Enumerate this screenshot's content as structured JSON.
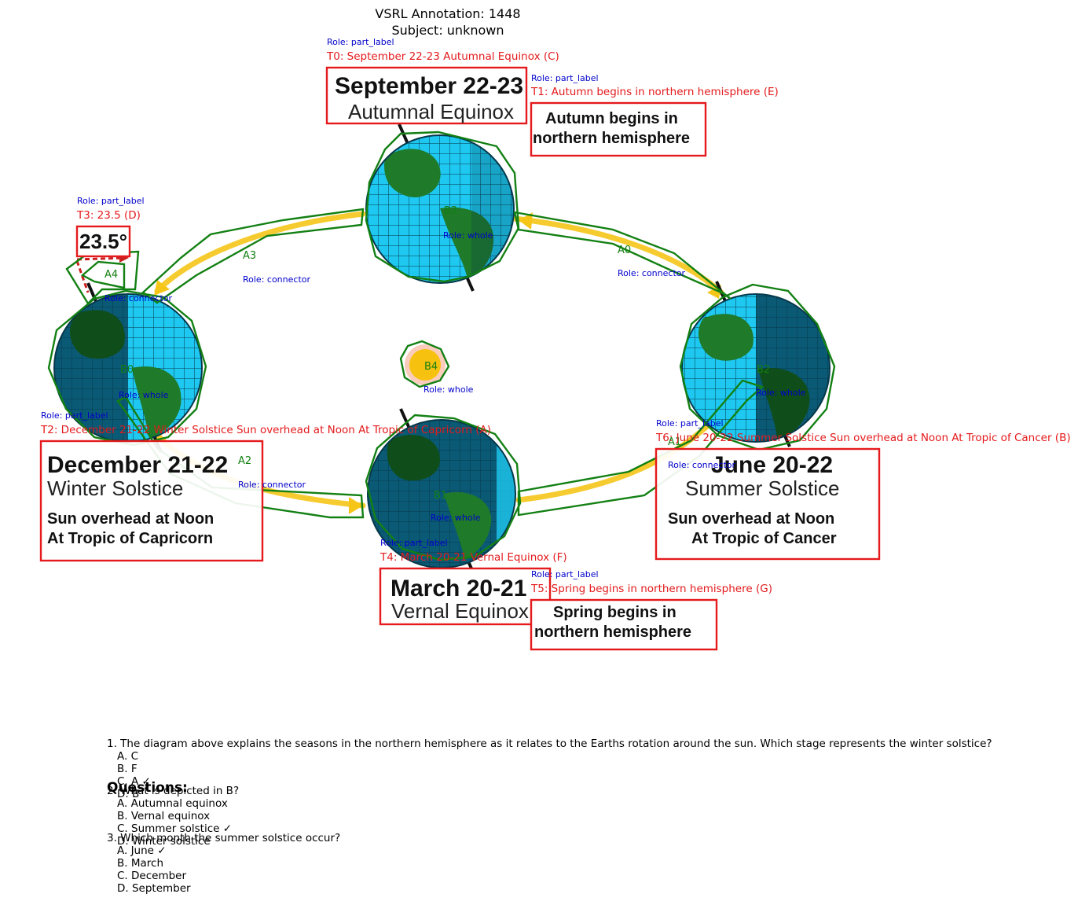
{
  "header": {
    "title": "VSRL Annotation: 1448",
    "subject": "Subject: unknown"
  },
  "text_boxes": {
    "t0": {
      "role": "Role: part_label",
      "label": "T0: September 22-23 Autumnal Equinox (C)",
      "line1": "September 22-23",
      "line2": "Autumnal Equinox"
    },
    "t1": {
      "role": "Role: part_label",
      "label": "T1: Autumn begins in northern hemisphere  (E)",
      "line1": "Autumn begins in",
      "line2": "northern hemisphere"
    },
    "t2": {
      "role": "Role: part_label",
      "label": "T2: December 21-22 Winter Solstice Sun overhead at Noon At Tropic of Capricorn (A)",
      "line1": "December 21-22",
      "line2": "Winter Solstice",
      "line3": "Sun overhead at Noon",
      "line4": "At Tropic of Capricorn"
    },
    "t3": {
      "role": "Role: part_label",
      "label": "T3: 23.5 (D)",
      "value": "23.5°"
    },
    "t4": {
      "role": "Role: part_label",
      "label": "T4: March 20-21 Vernal Equinox (F)",
      "line1": "March 20-21",
      "line2": "Vernal Equinox"
    },
    "t5": {
      "role": "Role: part_label",
      "label": "T5: Spring begins in northern hemisphere (G)",
      "line1": "Spring begins in",
      "line2": "northern hemisphere"
    },
    "t6": {
      "role": "Role: part_label",
      "label": "T6: June 20-22 Summer Solstice Sun overhead at Noon At Tropic of Cancer (B)",
      "line1": "June 20-22",
      "line2": "Summer Solstice",
      "line3": "Sun overhead at Noon",
      "line4": "At Tropic of Cancer"
    }
  },
  "blobs": {
    "b0": {
      "id": "B0",
      "role": "Role: whole"
    },
    "b1": {
      "id": "B1",
      "role": "Role: whole"
    },
    "b2": {
      "id": "B2",
      "role": "Role: whole"
    },
    "b3": {
      "id": "B3",
      "role": "Role: whole"
    },
    "b4": {
      "id": "B4",
      "role": "Role: whole"
    }
  },
  "arrows": {
    "a0": {
      "id": "A0",
      "role": "Role: connector"
    },
    "a1": {
      "id": "A1",
      "role": "Role: connector"
    },
    "a2": {
      "id": "A2",
      "role": "Role: connector"
    },
    "a3": {
      "id": "A3",
      "role": "Role: connector"
    },
    "a4": {
      "id": "A4",
      "role": "Role: connector"
    }
  },
  "questions": {
    "heading": "Questions:",
    "q1": {
      "text": "1. The diagram above explains the seasons in the northern hemisphere as it relates to the Earths rotation around the sun. Which stage represents the winter solstice?",
      "options": [
        "A. C",
        "B. F",
        "C. A ✓",
        "D. B"
      ]
    },
    "q2": {
      "text": "2. What is depicted in B?",
      "options": [
        "A. Autumnal equinox",
        "B. Vernal equinox",
        "C. Summer solstice ✓",
        "D. Winter solstice"
      ]
    },
    "q3": {
      "text": "3. Which month the summer solstice occur?",
      "options": [
        "A. June ✓",
        "B. March",
        "C. December",
        "D. September"
      ]
    }
  },
  "colors": {
    "label_red": "#e41a1c",
    "role_blue": "#0000cc",
    "annotation_green": "#138013",
    "orbit_yellow": "#f5c518",
    "ocean": "#1ec8f0",
    "ocean_dark": "#0a6f8f",
    "land": "#1f7a2a",
    "sun": "#f7c20f"
  }
}
